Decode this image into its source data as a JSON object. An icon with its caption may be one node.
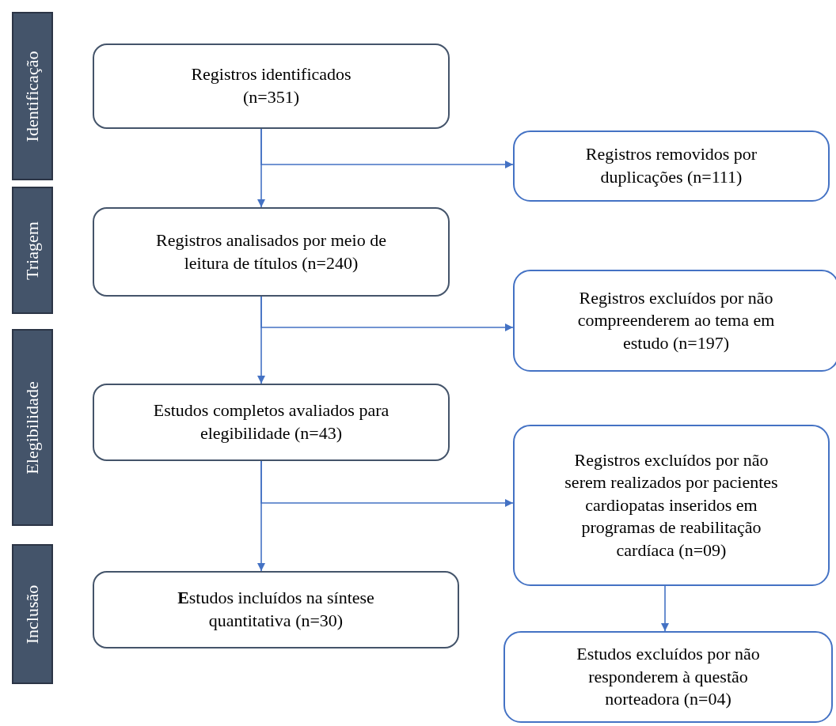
{
  "diagram": {
    "nodes": [
      {
        "text": [
          "Identificação"
        ]
      },
      {
        "text": [
          "Triagem"
        ]
      },
      {
        "text": [
          "Elegibilidade"
        ]
      },
      {
        "text": [
          "Inclusão"
        ]
      },
      {
        "text": [
          "Registros identificados (n=351)"
        ]
      },
      {
        "text": [
          "Registros removidos por duplicações (n=111)"
        ]
      },
      {
        "text": [
          "Registros analisados por meio de leitura de títulos (n=240)"
        ]
      },
      {
        "text": [
          "Registros excluídos por não compreenderem ao tema em estudo (n=197)"
        ]
      },
      {
        "text": [
          "Estudos completos avaliados para elegibilidade (n=43)"
        ]
      },
      {
        "text": [
          "Registros excluídos por não serem realizados por pacientes cardiopatas inseridos em programas de reabilitação cardíaca (n=09)"
        ]
      },
      {
        "text": [
          "**E**studos incluídos na síntese quantitativa (n=30)"
        ]
      },
      {
        "text": [
          "Estudos excluídos por não responderem à questão norteadora (n=04)"
        ]
      }
    ],
    "edges": [
      {
        "from": 4,
        "to": 6,
        "arrow": "to"
      },
      {
        "from": 4,
        "to": 5,
        "arrow": "to"
      },
      {
        "from": 6,
        "to": 8,
        "arrow": "to"
      },
      {
        "from": 6,
        "to": 7,
        "arrow": "to"
      },
      {
        "from": 8,
        "to": 10,
        "arrow": "to"
      },
      {
        "from": 8,
        "to": 9,
        "arrow": "to"
      },
      {
        "from": 9,
        "to": 11,
        "arrow": "to"
      }
    ]
  }
}
